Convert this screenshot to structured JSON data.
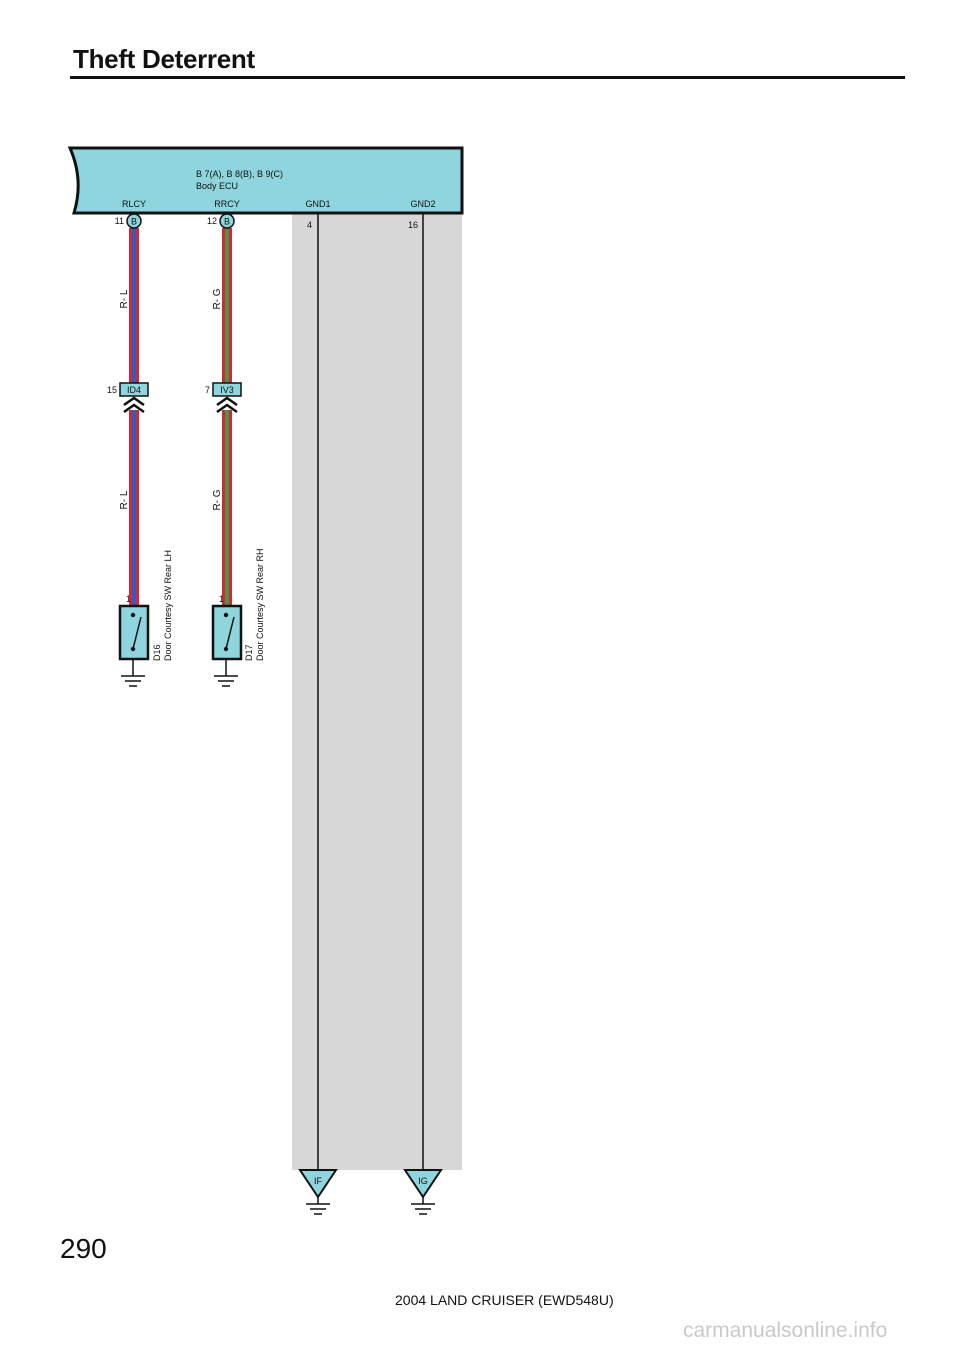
{
  "header": {
    "title": "Theft Deterrent"
  },
  "ecu": {
    "connectors": "B 7(A), B 8(B), B 9(C)",
    "name": "Body ECU",
    "terminals": [
      {
        "name": "RLCY",
        "pin": "11",
        "connector": "B"
      },
      {
        "name": "RRCY",
        "pin": "12",
        "connector": "B"
      },
      {
        "name": "GND1",
        "pin": "4"
      },
      {
        "name": "GND2",
        "pin": "16"
      }
    ]
  },
  "wires": {
    "left_upper": "R- L",
    "left_lower": "R- L",
    "right_upper": "R- G",
    "right_lower": "R- G"
  },
  "junctions": {
    "left": {
      "pin": "15",
      "code": "ID4"
    },
    "right": {
      "pin": "7",
      "code": "IV3"
    }
  },
  "switches": {
    "left": {
      "pin": "1",
      "code": "D16",
      "name": "Door Courtesy SW Rear LH"
    },
    "right": {
      "pin": "1",
      "code": "D17",
      "name": "Door Courtesy SW Rear RH"
    }
  },
  "grounds": {
    "gnd1_point": "IF",
    "gnd2_point": "IG"
  },
  "colors": {
    "wire_red": "#d4253a",
    "wire_blue": "#2f5fb8",
    "wire_green": "#3f9a3f",
    "ecu_fill": "#8fd5dd",
    "ground_panel": "#d7d7d7"
  },
  "footer": {
    "page_number": "290",
    "model": "2004 LAND CRUISER (EWD548U)",
    "watermark": "carmanualsonline.info"
  }
}
